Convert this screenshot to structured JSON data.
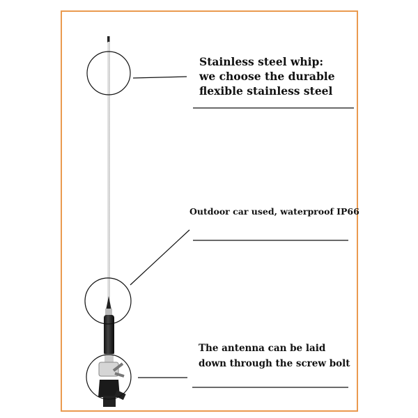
{
  "callouts": [
    {
      "text": "Stainless steel whip:\nwe choose the durable\nflexible stainless steel"
    },
    {
      "text": "Outdoor car used, waterproof IP66"
    },
    {
      "text": "The antenna can be laid\ndown through the screw bolt"
    }
  ],
  "colors": {
    "frame": "#ea9a4f",
    "text": "#111111"
  }
}
